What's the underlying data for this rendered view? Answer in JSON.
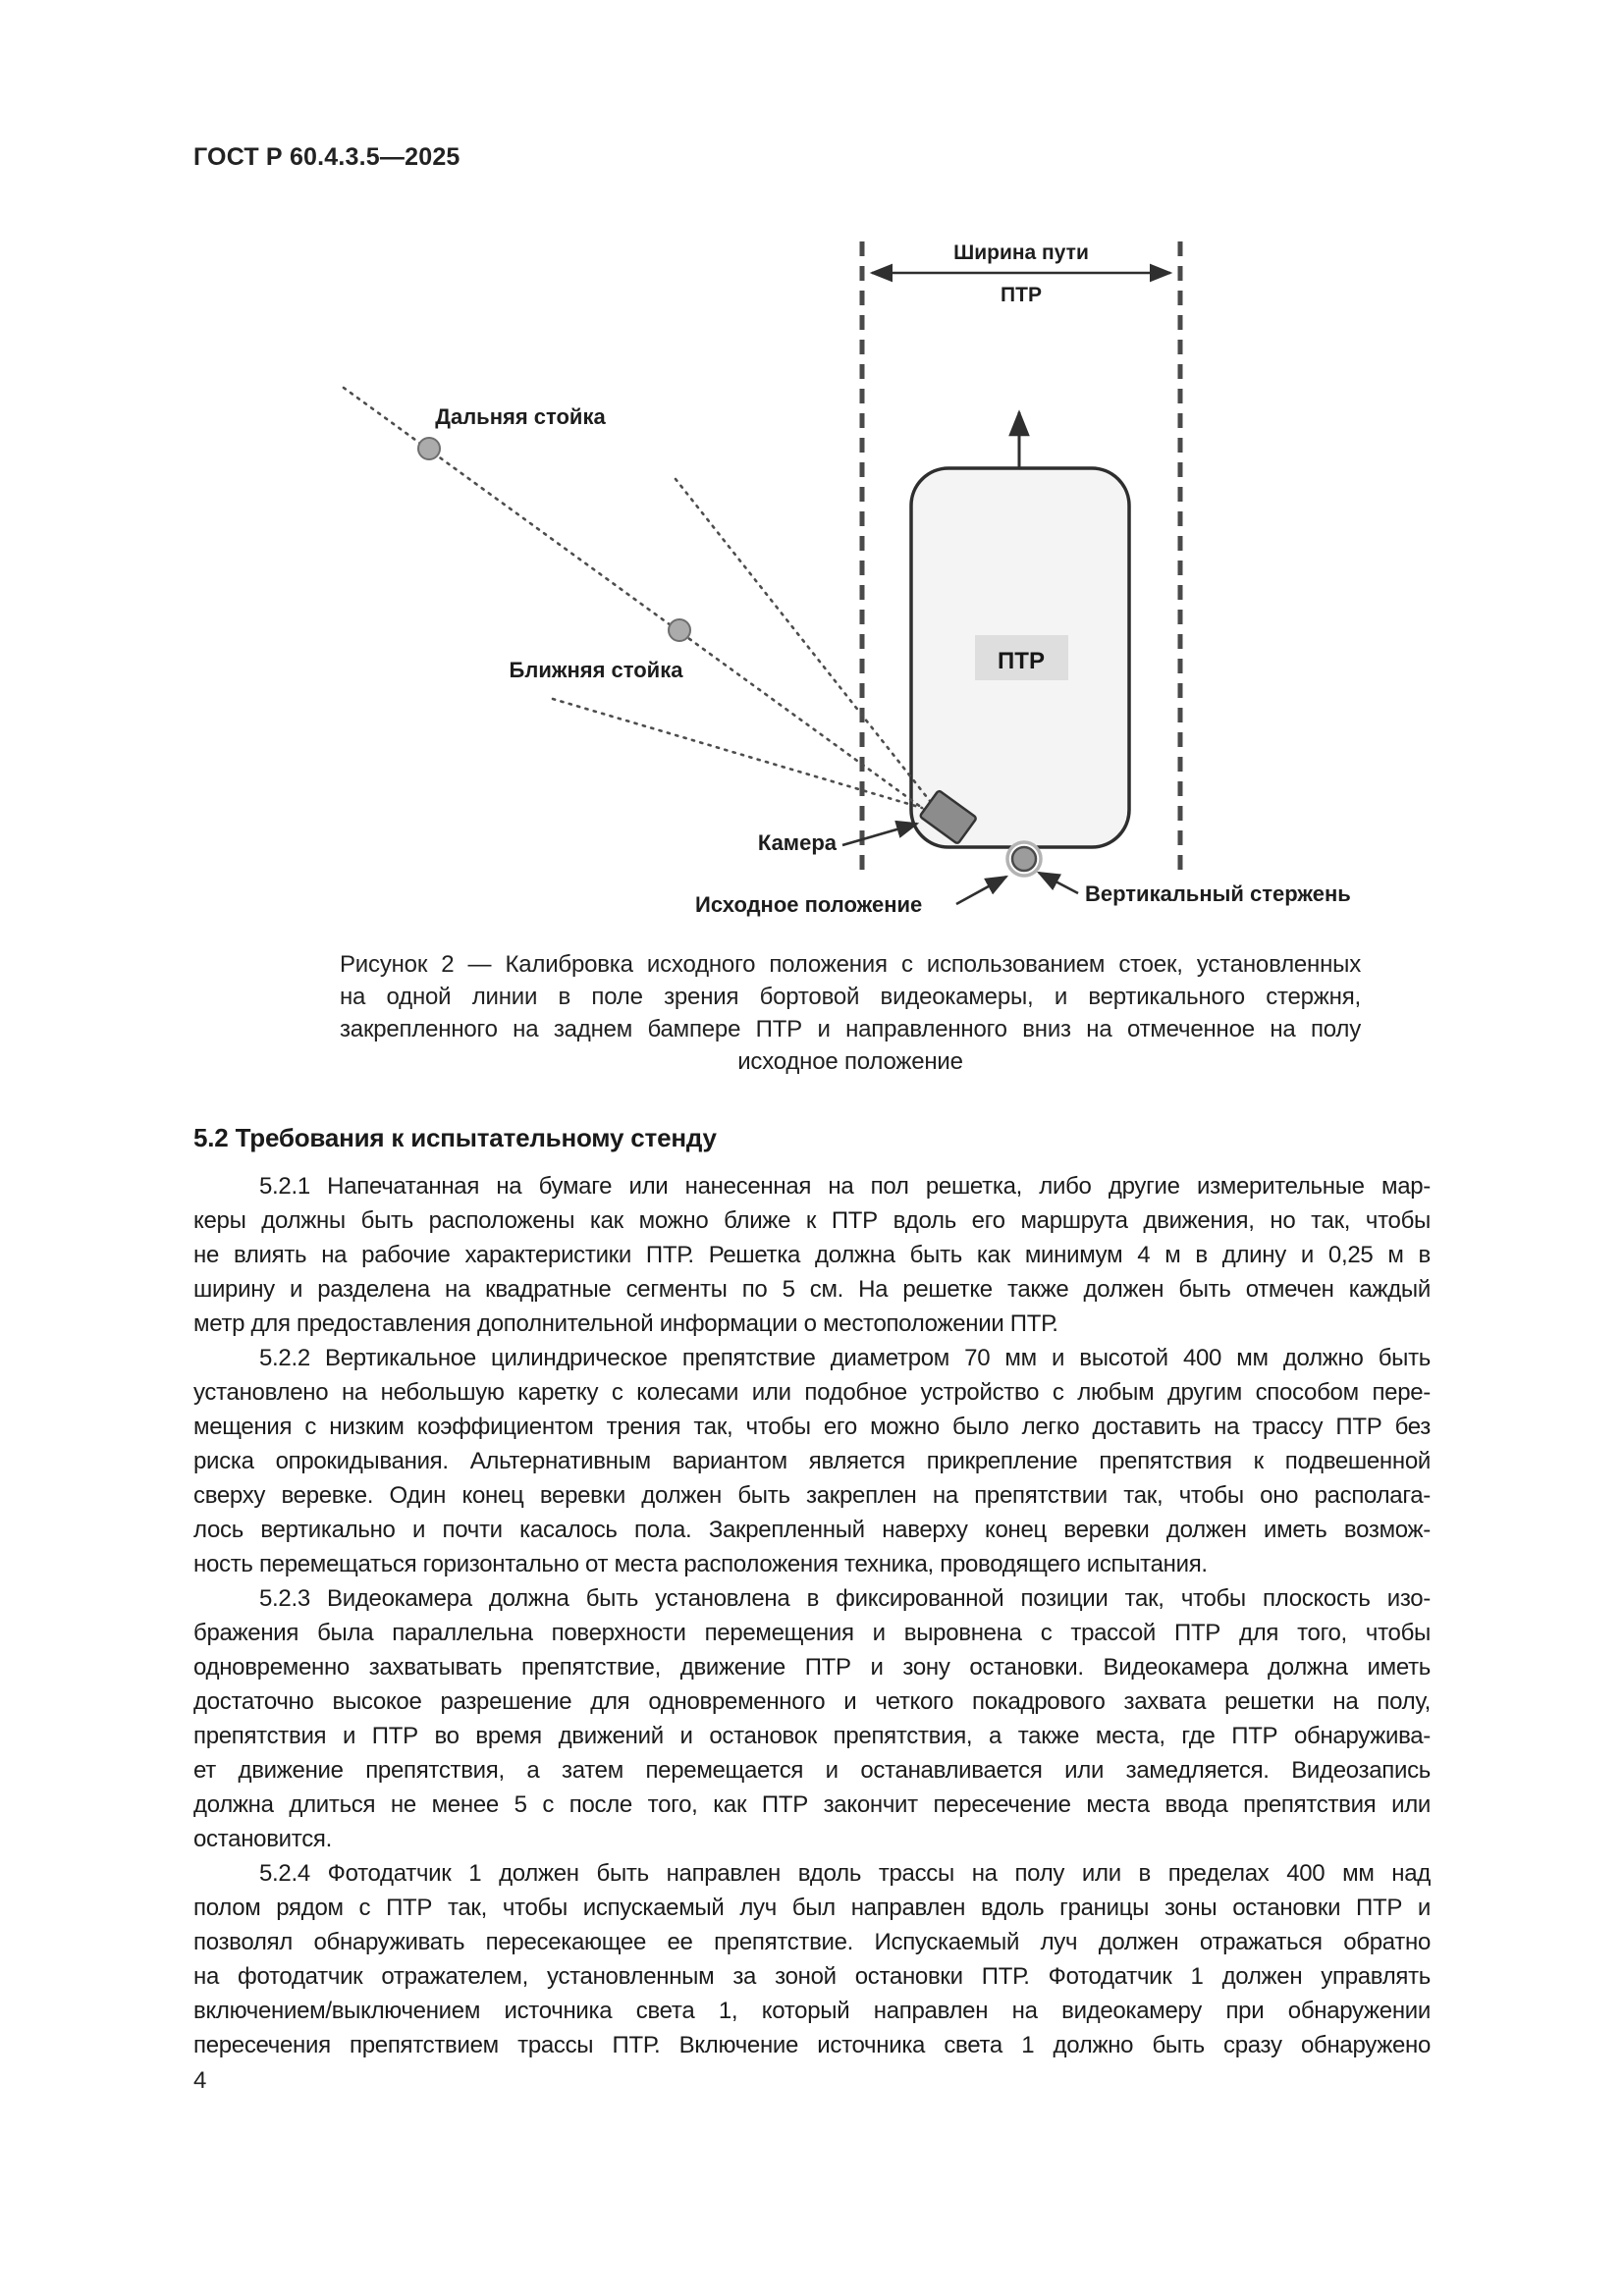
{
  "page": {
    "header": "ГОСТ Р 60.4.3.5—2025",
    "page_number": "4"
  },
  "figure": {
    "labels": {
      "track_width": "Ширина пути",
      "track_ptr": "ПТР",
      "robot": "ПТР",
      "far_post": "Дальняя стойка",
      "near_post": "Ближняя стойка",
      "camera": "Камера",
      "home_position": "Исходное положение",
      "vertical_rod": "Вертикальный стержень"
    },
    "caption_lines": [
      "Рисунок 2 — Калибровка исходного положения с использованием стоек, установленных",
      "на одной линии в поле зрения бортовой видеокамеры, и вертикального стержня,",
      "закрепленного на заднем бампере ПТР и направленного вниз на отмеченное на полу",
      "исходное положение"
    ]
  },
  "section": {
    "heading": "5.2  Требования к испытательному стенду",
    "paragraphs": [
      {
        "last_line_justified": false,
        "lines": [
          "5.2.1  Напечатанная на бумаге или нанесенная на пол решетка, либо другие измерительные мар-",
          "керы должны быть расположены как можно ближе к ПТР вдоль его маршрута движения, но так, чтобы",
          "не влиять на рабочие характеристики ПТР. Решетка должна быть как минимум 4 м в длину и 0,25 м в",
          "ширину и разделена на квадратные сегменты по 5 см. На решетке также должен быть отмечен каждый",
          "метр для предоставления дополнительной информации о местоположении ПТР."
        ]
      },
      {
        "last_line_justified": false,
        "lines": [
          "5.2.2  Вертикальное цилиндрическое препятствие диаметром 70 мм и высотой 400 мм должно быть",
          "установлено на небольшую каретку с колесами или подобное устройство с любым другим способом пере-",
          "мещения с низким коэффициентом трения так, чтобы его можно было легко доставить на трассу ПТР без",
          "риска опрокидывания. Альтернативным вариантом является прикрепление препятствия к подвешенной",
          "сверху веревке. Один конец веревки должен быть закреплен на препятствии так, чтобы оно располага-",
          "лось вертикально и почти касалось пола. Закрепленный наверху конец веревки должен иметь возмож-",
          "ность перемещаться горизонтально от места расположения техника, проводящего испытания."
        ]
      },
      {
        "last_line_justified": false,
        "lines": [
          "5.2.3  Видеокамера должна быть установлена в фиксированной позиции так, чтобы плоскость изо-",
          "бражения была параллельна поверхности перемещения и выровнена с трассой ПТР для того, чтобы",
          "одновременно захватывать препятствие, движение ПТР и зону остановки. Видеокамера должна иметь",
          "достаточно высокое разрешение для одновременного и четкого покадрового захвата решетки на полу,",
          "препятствия и ПТР во время движений и остановок препятствия, а также места, где ПТР обнаружива-",
          "ет движение препятствия, а затем перемещается и останавливается или замедляется. Видеозапись",
          "должна длиться не менее 5 с после того, как ПТР закончит пересечение места ввода препятствия или",
          "остановится."
        ]
      },
      {
        "last_line_justified": true,
        "lines": [
          "5.2.4  Фотодатчик 1 должен быть направлен вдоль трассы на полу или в пределах 400 мм над",
          "полом рядом с ПТР так, чтобы испускаемый луч был направлен вдоль границы зоны остановки ПТР и",
          "позволял обнаруживать пересекающее ее препятствие. Испускаемый луч должен отражаться обратно",
          "на фотодатчик отражателем, установленным за зоной остановки ПТР. Фотодатчик 1 должен управлять",
          "включением/выключением источника света 1, который направлен на видеокамеру при обнаружении",
          "пересечения препятствием трассы ПТР. Включение источника света 1 должно быть сразу обнаружено"
        ]
      }
    ]
  },
  "colors": {
    "text": "#1b1b1b",
    "robot_fill": "#f4f4f4",
    "robot_stroke": "#2e2e2e",
    "label_box_fill": "#dedede",
    "post_fill": "#ababab",
    "camera_fill": "#8c8c8c",
    "rod_fill": "#9c9c9c",
    "dashed_line": "#4a4a4a",
    "dotted_line": "#4d4d4d"
  }
}
